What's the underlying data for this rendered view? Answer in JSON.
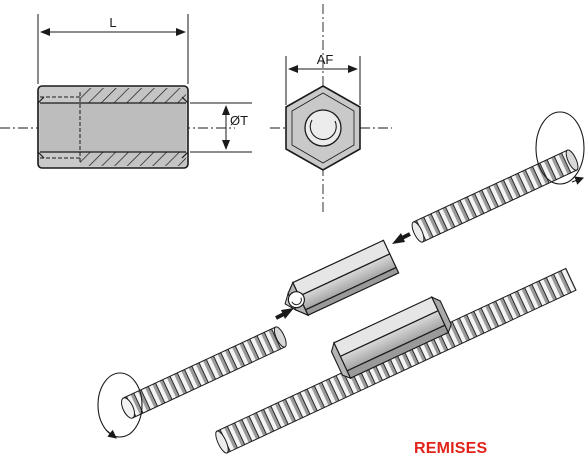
{
  "labels": {
    "length": "L",
    "across_flats": "AF",
    "thread_diameter": "ØT"
  },
  "brand": {
    "text": "REMISES"
  },
  "colors": {
    "line": "#1a1a1a",
    "nut_fill": "#c8c8c8",
    "nut_dark": "#8c8c8c",
    "thread_light": "#f2f2f2",
    "thread_dark": "#7a7a7a",
    "brand": "#e2231a"
  }
}
